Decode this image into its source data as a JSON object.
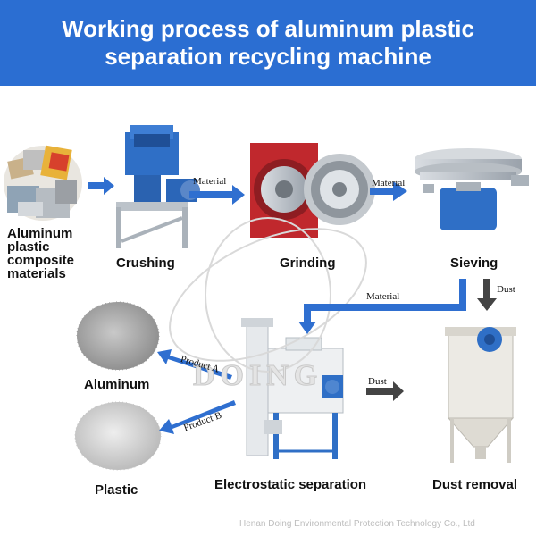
{
  "header": {
    "title_line1": "Working process of aluminum plastic",
    "title_line2": "separation recycling machine"
  },
  "steps": {
    "raw": "Aluminum plastic composite materials",
    "crushing": "Crushing",
    "grinding": "Grinding",
    "sieving": "Sieving",
    "separation": "Electrostatic separation",
    "dust_removal": "Dust removal",
    "aluminum": "Aluminum",
    "plastic": "Plastic"
  },
  "arrow_labels": {
    "material_1": "Material",
    "material_2": "Material",
    "material_3": "Material",
    "dust_1": "Dust",
    "dust_2": "Dust",
    "product_a": "Product A",
    "product_b": "Product B"
  },
  "watermark": "DOING",
  "footer": "Henan Doing Environmental Protection Technology Co., Ltd",
  "colors": {
    "header_bg": "#2b6ed2",
    "arrow_blue": "#2f6fd0",
    "arrow_dark": "#444444"
  }
}
